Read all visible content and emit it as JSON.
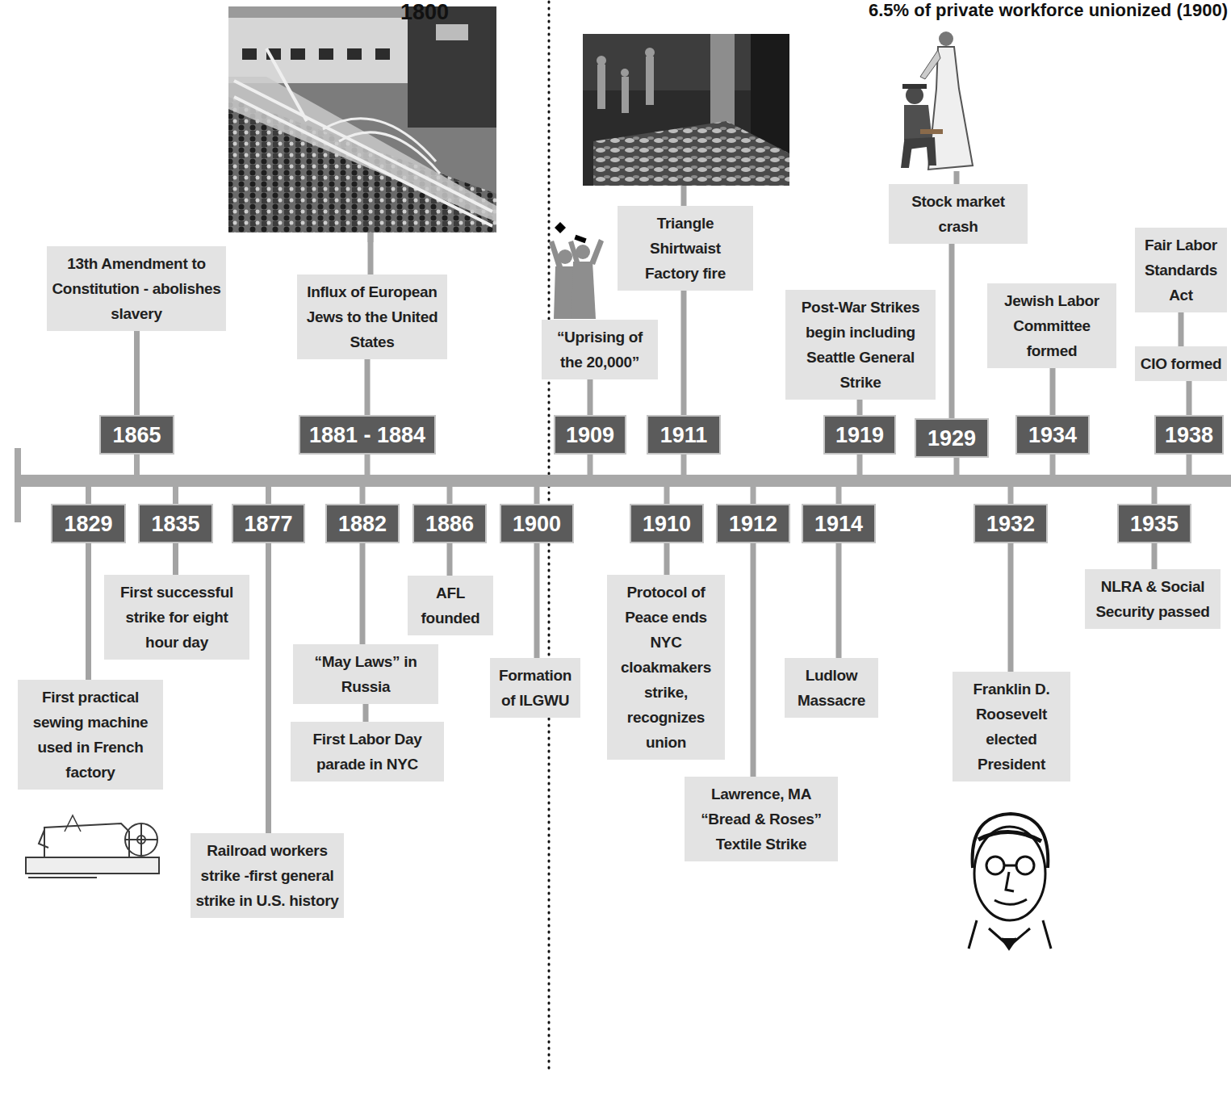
{
  "diagram": {
    "nodes": [
      {
        "text": [
          "1829"
        ]
      },
      {
        "text": [
          "First practical sewing machine used in French factory"
        ]
      },
      {
        "text": [
          "1835"
        ]
      },
      {
        "text": [
          "First successful strike for eight hour day"
        ]
      },
      {
        "text": [
          "1865"
        ]
      },
      {
        "text": [
          "13th Amendment to Constitution - abolishes slavery"
        ]
      },
      {
        "text": [
          "1877"
        ]
      },
      {
        "text": [
          "Railroad workers strike -first general strike in U.S. history"
        ]
      },
      {
        "text": [
          "1881 - 1884"
        ]
      },
      {
        "text": [
          "Influx of European Jews to the United States"
        ]
      },
      {
        "text": [
          "1882"
        ]
      },
      {
        "text": [
          "“May Laws” in Russia"
        ]
      },
      {
        "text": [
          "First Labor Day parade in NYC"
        ]
      },
      {
        "text": [
          "1886"
        ]
      },
      {
        "text": [
          "AFL founded"
        ]
      },
      {
        "text": [
          "1900"
        ]
      },
      {
        "text": [
          "Formation of ILGWU"
        ]
      },
      {
        "text": [
          "1909"
        ]
      },
      {
        "text": [
          "“Uprising of the 20,000”"
        ]
      },
      {
        "text": [
          "1910"
        ]
      },
      {
        "text": [
          "Protocol of Peace ends NYC cloakmakers strike, recognizes union"
        ]
      },
      {
        "text": [
          "1911"
        ]
      },
      {
        "text": [
          "Triangle Shirtwaist Factory fire"
        ]
      },
      {
        "text": [
          "1912"
        ]
      },
      {
        "text": [
          "Lawrence, MA “Bread & Roses” Textile Strike"
        ]
      },
      {
        "text": [
          "1914"
        ]
      },
      {
        "text": [
          "Ludlow Massacre"
        ]
      },
      {
        "text": [
          "1919"
        ]
      },
      {
        "text": [
          "Post-War Strikes begin including Seattle General Strike"
        ]
      },
      {
        "text": [
          "1929"
        ]
      },
      {
        "text": [
          "Stock market crash"
        ]
      },
      {
        "text": [
          "1932"
        ]
      },
      {
        "text": [
          "Franklin D. Roosevelt elected President"
        ]
      },
      {
        "text": [
          "1934"
        ]
      },
      {
        "text": [
          "Jewish Labor Committee formed"
        ]
      },
      {
        "text": [
          "1935"
        ]
      },
      {
        "text": [
          "NLRA & Social Security passed"
        ]
      },
      {
        "text": [
          "1938"
        ]
      },
      {
        "text": [
          "CIO formed"
        ]
      },
      {
        "text": [
          "Fair Labor Standards Act"
        ]
      }
    ],
    "edges": [
      {
        "from": 0,
        "to": 1,
        "arrow": "none"
      },
      {
        "from": 2,
        "to": 3,
        "arrow": "none"
      },
      {
        "from": 4,
        "to": 5,
        "arrow": "none"
      },
      {
        "from": 6,
        "to": 7,
        "arrow": "none"
      },
      {
        "from": 8,
        "to": 9,
        "arrow": "none"
      },
      {
        "from": 10,
        "to": 11,
        "arrow": "none"
      },
      {
        "from": 11,
        "to": 12,
        "arrow": "none"
      },
      {
        "from": 13,
        "to": 14,
        "arrow": "none"
      },
      {
        "from": 15,
        "to": 16,
        "arrow": "none"
      },
      {
        "from": 17,
        "to": 18,
        "arrow": "none"
      },
      {
        "from": 19,
        "to": 20,
        "arrow": "none"
      },
      {
        "from": 21,
        "to": 22,
        "arrow": "none"
      },
      {
        "from": 23,
        "to": 24,
        "arrow": "none"
      },
      {
        "from": 25,
        "to": 26,
        "arrow": "none"
      },
      {
        "from": 27,
        "to": 28,
        "arrow": "none"
      },
      {
        "from": 29,
        "to": 30,
        "arrow": "none"
      },
      {
        "from": 31,
        "to": 32,
        "arrow": "none"
      },
      {
        "from": 33,
        "to": 34,
        "arrow": "none"
      },
      {
        "from": 35,
        "to": 36,
        "arrow": "none"
      },
      {
        "from": 37,
        "to": 38,
        "arrow": "none"
      },
      {
        "from": 38,
        "to": 39,
        "arrow": "none"
      }
    ],
    "labels": [
      "1800",
      "6.5% of private workforce unionized (1900)"
    ]
  }
}
